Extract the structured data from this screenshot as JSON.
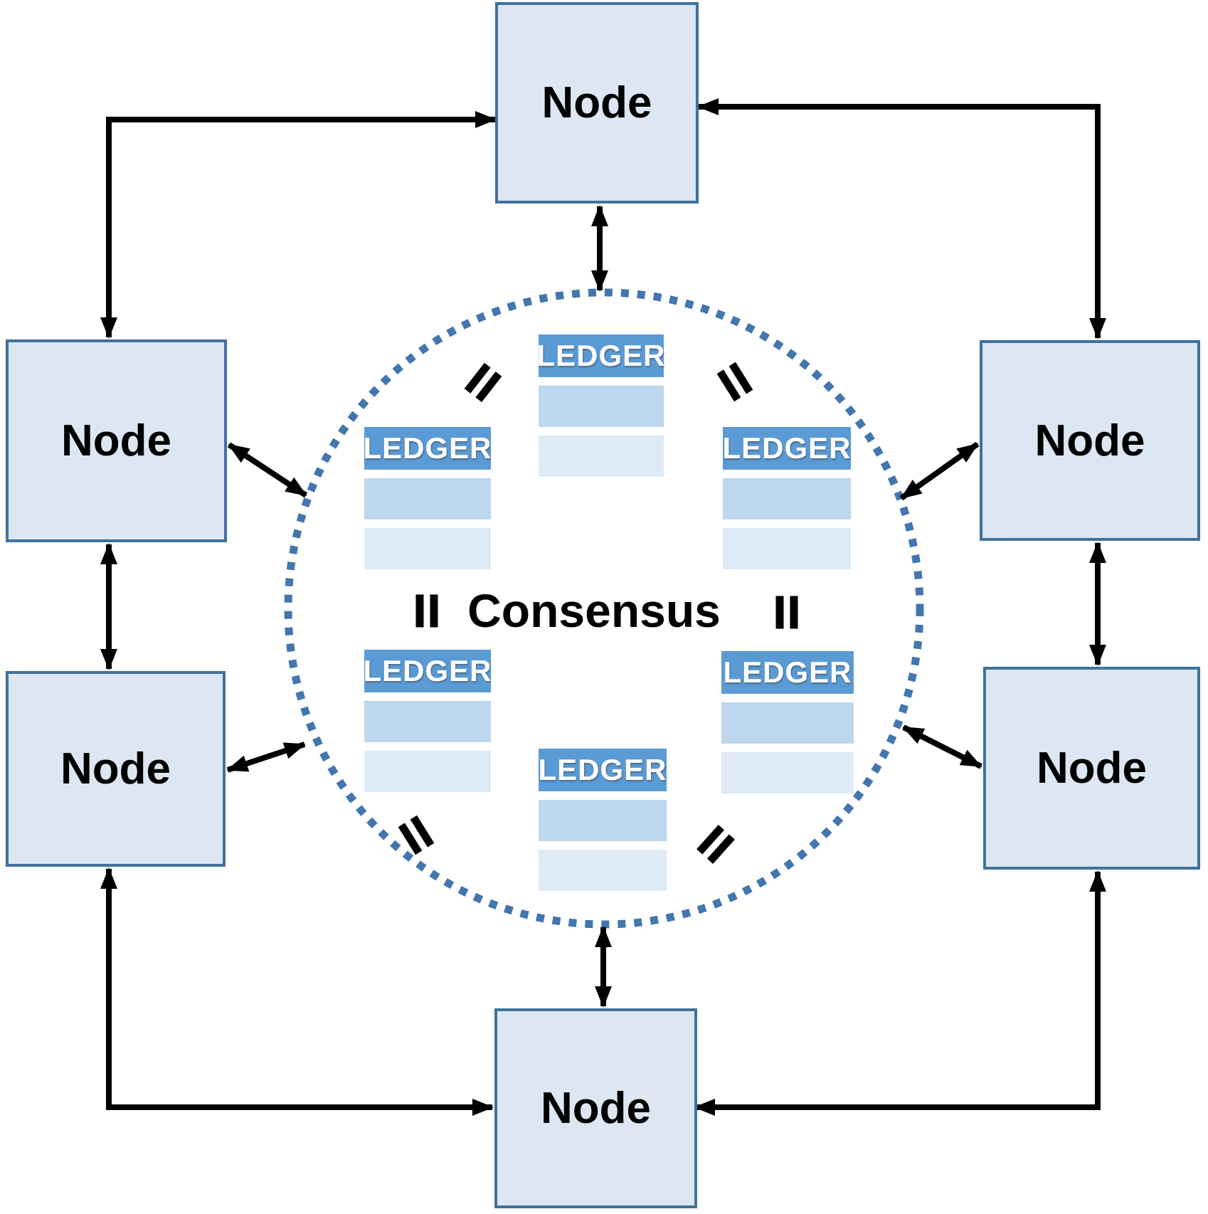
{
  "diagram": {
    "figure_type": "blockchain-peer-to-peer-consensus-network",
    "description": "Six Node boxes around a dotted Consensus circle containing six identical LEDGER tables joined by equals marks"
  },
  "consensus": {
    "label": "Consensus"
  },
  "nodes": [
    {
      "id": "top",
      "label": "Node"
    },
    {
      "id": "left-top",
      "label": "Node"
    },
    {
      "id": "right-top",
      "label": "Node"
    },
    {
      "id": "left-bottom",
      "label": "Node"
    },
    {
      "id": "right-bottom",
      "label": "Node"
    },
    {
      "id": "bottom",
      "label": "Node"
    }
  ],
  "ledgers": [
    {
      "id": "top",
      "label": "LEDGER",
      "blank_rows": 2
    },
    {
      "id": "left",
      "label": "LEDGER",
      "blank_rows": 2
    },
    {
      "id": "right",
      "label": "LEDGER",
      "blank_rows": 2
    },
    {
      "id": "bottom-left",
      "label": "LEDGER",
      "blank_rows": 2
    },
    {
      "id": "bottom-right",
      "label": "LEDGER",
      "blank_rows": 2
    },
    {
      "id": "bottom",
      "label": "LEDGER",
      "blank_rows": 2
    }
  ],
  "equals_marks": [
    {
      "between": [
        "ledger-top",
        "ledger-left"
      ]
    },
    {
      "between": [
        "ledger-top",
        "ledger-right"
      ]
    },
    {
      "between": [
        "ledger-left",
        "ledger-bottom-left"
      ]
    },
    {
      "between": [
        "ledger-right",
        "ledger-bottom-right"
      ]
    },
    {
      "between": [
        "ledger-bottom-left",
        "ledger-bottom"
      ]
    },
    {
      "between": [
        "ledger-bottom-right",
        "ledger-bottom"
      ]
    }
  ],
  "connections": [
    {
      "from": "node-top",
      "to": "consensus-circle",
      "style": "double-arrow"
    },
    {
      "from": "node-bottom",
      "to": "consensus-circle",
      "style": "double-arrow"
    },
    {
      "from": "node-left-top",
      "to": "consensus-circle",
      "style": "double-arrow"
    },
    {
      "from": "node-left-bottom",
      "to": "consensus-circle",
      "style": "double-arrow"
    },
    {
      "from": "node-right-top",
      "to": "consensus-circle",
      "style": "double-arrow"
    },
    {
      "from": "node-right-bottom",
      "to": "consensus-circle",
      "style": "double-arrow"
    },
    {
      "from": "node-left-top",
      "to": "node-left-bottom",
      "style": "double-arrow"
    },
    {
      "from": "node-right-top",
      "to": "node-right-bottom",
      "style": "double-arrow"
    },
    {
      "from": "node-left-top",
      "to": "node-top",
      "style": "elbow-double-arrow"
    },
    {
      "from": "node-right-top",
      "to": "node-top",
      "style": "elbow-double-arrow"
    },
    {
      "from": "node-left-bottom",
      "to": "node-bottom",
      "style": "elbow-double-arrow"
    },
    {
      "from": "node-right-bottom",
      "to": "node-bottom",
      "style": "elbow-double-arrow"
    }
  ],
  "colors": {
    "node_fill": "#dce7f3",
    "node_border": "#41719c",
    "ledger_header": "#5b9bd5",
    "ledger_row_medium": "#bdd7ee",
    "ledger_row_light": "#deebf7",
    "ledger_text": "#ffffff",
    "circle_dotted": "#4376ad",
    "arrow": "#000000",
    "label_text": "#000000",
    "background": "#ffffff"
  }
}
